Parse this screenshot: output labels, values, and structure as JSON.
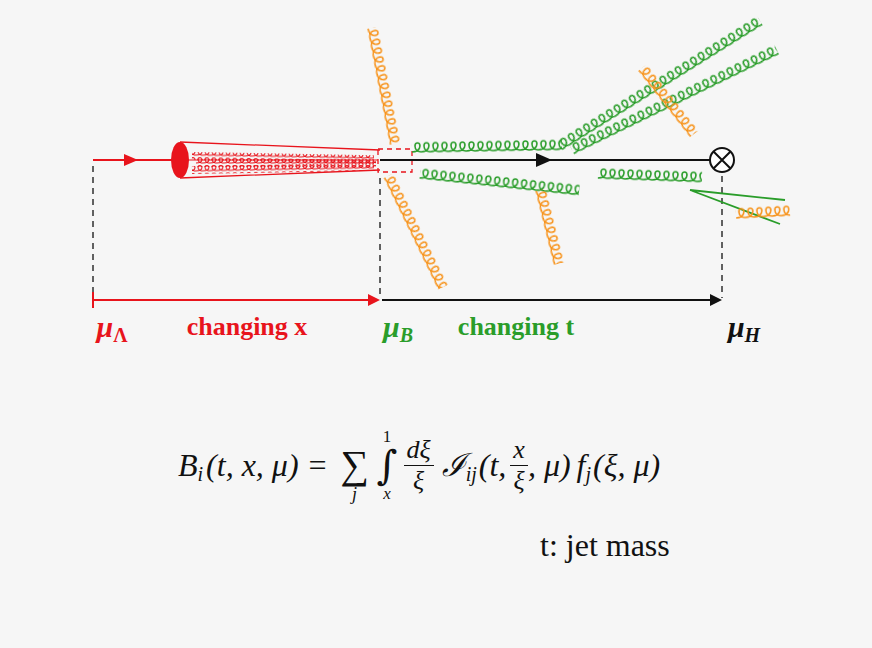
{
  "diagram": {
    "labels": [
      "μ",
      "Λ",
      "changing x",
      "μ",
      "B",
      "changing t",
      "μ",
      "H",
      "B",
      "i",
      "(t, x, μ) =",
      "∑",
      "j",
      "∫",
      "1",
      "x",
      "dξ",
      "ξ",
      "ℐ",
      "ij",
      "(t,",
      "x",
      "ξ",
      ", μ)",
      "f",
      "j",
      "(ξ, μ)",
      "t: jet mass"
    ]
  }
}
